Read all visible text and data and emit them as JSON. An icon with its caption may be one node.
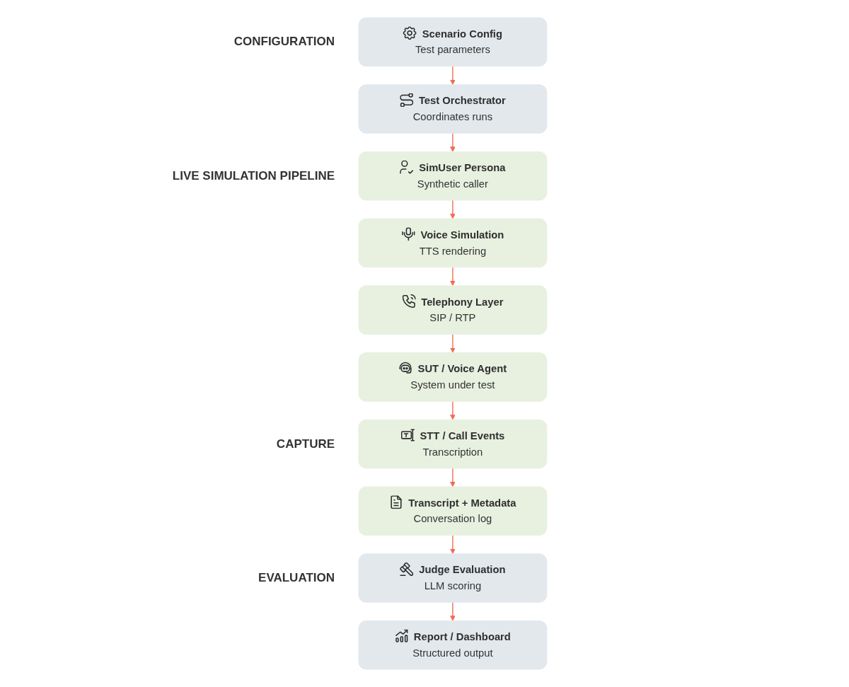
{
  "diagram": {
    "nodes": [
      {
        "text": [
          "Scenario Config",
          "Test parameters"
        ]
      },
      {
        "text": [
          "Test Orchestrator",
          "Coordinates runs"
        ]
      },
      {
        "text": [
          "SimUser Persona",
          "Synthetic caller"
        ]
      },
      {
        "text": [
          "Voice Simulation",
          "TTS rendering"
        ]
      },
      {
        "text": [
          "Telephony Layer",
          "SIP / RTP"
        ]
      },
      {
        "text": [
          "SUT / Voice Agent",
          "System under test"
        ]
      },
      {
        "text": [
          "STT / Call Events",
          "Transcription"
        ]
      },
      {
        "text": [
          "Transcript + Metadata",
          "Conversation log"
        ]
      },
      {
        "text": [
          "Judge Evaluation",
          "LLM scoring"
        ]
      },
      {
        "text": [
          "Report / Dashboard",
          "Structured output"
        ]
      }
    ],
    "edges": [
      {
        "from": 0,
        "to": 1,
        "arrow": "to"
      },
      {
        "from": 1,
        "to": 2,
        "arrow": "to"
      },
      {
        "from": 2,
        "to": 3,
        "arrow": "to"
      },
      {
        "from": 3,
        "to": 4,
        "arrow": "to"
      },
      {
        "from": 4,
        "to": 5,
        "arrow": "to"
      },
      {
        "from": 5,
        "to": 6,
        "arrow": "to"
      },
      {
        "from": 6,
        "to": 7,
        "arrow": "to"
      },
      {
        "from": 7,
        "to": 8,
        "arrow": "to"
      },
      {
        "from": 8,
        "to": 9,
        "arrow": "to"
      }
    ],
    "labels": [
      "CONFIGURATION",
      "LIVE SIMULATION PIPELINE",
      "CAPTURE",
      "EVALUATION"
    ]
  }
}
